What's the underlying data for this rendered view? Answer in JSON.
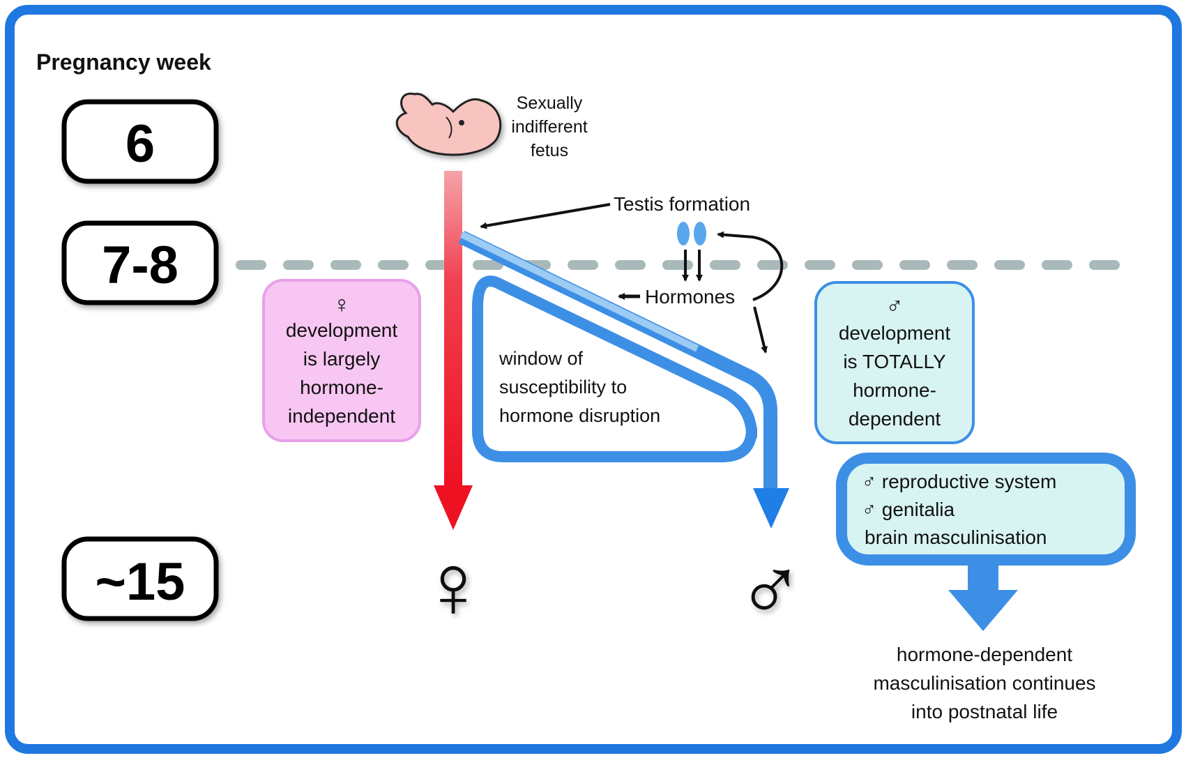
{
  "title": "Pregnancy week",
  "weeks": [
    {
      "label": "6"
    },
    {
      "label": "7-8"
    },
    {
      "label": "~15"
    }
  ],
  "fetus": {
    "lines": [
      "Sexually",
      "indifferent",
      "fetus"
    ]
  },
  "testis_label": "Testis formation",
  "hormones_label": "Hormones",
  "female_box": {
    "symbol": "♀",
    "lines": [
      "development",
      "is largely",
      "hormone-",
      "independent"
    ]
  },
  "window_box": {
    "lines": [
      "window of",
      "susceptibility to",
      "hormone disruption"
    ]
  },
  "male_box": {
    "symbol": "♂",
    "lines": [
      "development",
      "is TOTALLY",
      "hormone-",
      "dependent"
    ]
  },
  "male_outcomes": {
    "lines": [
      "♂ reproductive system",
      "♂ genitalia",
      "brain masculinisation"
    ]
  },
  "postnatal": {
    "lines": [
      "hormone-dependent",
      "masculinisation continues",
      "into postnatal life"
    ]
  },
  "female_symbol": "♀",
  "male_symbol": "♂",
  "colors": {
    "frame": "#1f78e0",
    "female_arrow": "#ee2233",
    "male_arrow": "#3d8fe6",
    "male_arrow_light": "#8cc2f0",
    "pink_box_fill": "#f8c6f2",
    "pink_box_stroke": "#e8a0ea",
    "cyan_box_fill": "#d8f4f2",
    "dashed_line": "#a9b9b9",
    "fetus_fill": "#f7c4c0"
  }
}
